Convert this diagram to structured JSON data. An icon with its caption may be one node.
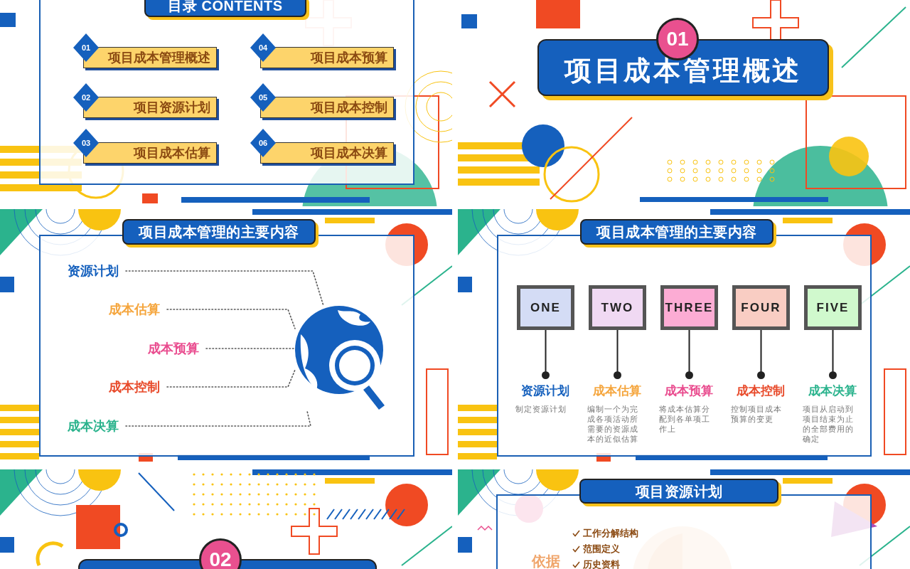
{
  "diagram": {
    "nodes": [
      {
        "text": [
          "目录 CONTENTS"
        ]
      },
      {
        "text": [
          "01",
          "项目成本管理概述"
        ]
      },
      {
        "text": [
          "02",
          "项目资源计划"
        ]
      },
      {
        "text": [
          "03",
          "项目成本估算"
        ]
      },
      {
        "text": [
          "04",
          "项目成本预算"
        ]
      },
      {
        "text": [
          "05",
          "项目成本控制"
        ]
      },
      {
        "text": [
          "06",
          "项目成本决算"
        ]
      },
      {
        "text": [
          "01",
          "项目成本管理概述"
        ]
      },
      {
        "text": [
          "项目成本管理的主要内容"
        ]
      },
      {
        "text": [
          "资源计划"
        ]
      },
      {
        "text": [
          "成本估算"
        ]
      },
      {
        "text": [
          "成本预算"
        ]
      },
      {
        "text": [
          "成本控制"
        ]
      },
      {
        "text": [
          "成本决算"
        ]
      },
      {
        "text": [],
        "shape": "picture"
      },
      {
        "text": [
          "项目成本管理的主要内容"
        ]
      },
      {
        "text": [
          "ONE"
        ]
      },
      {
        "text": [
          "TWO"
        ]
      },
      {
        "text": [
          "THREE"
        ]
      },
      {
        "text": [
          "FOUR"
        ]
      },
      {
        "text": [
          "FIVE"
        ]
      },
      {
        "text": [],
        "shape": "circle",
        "beside": [
          "资源计划",
          "制定资源计划"
        ]
      },
      {
        "text": [],
        "shape": "circle",
        "beside": [
          "成本估算",
          "编制一个为完成各项活动所需要的资源成本的近似估算"
        ]
      },
      {
        "text": [],
        "shape": "circle",
        "beside": [
          "成本预算",
          "将成本估算分配到各单项工作上"
        ]
      },
      {
        "text": [],
        "shape": "circle",
        "beside": [
          "成本控制",
          "控制项目成本预算的变更"
        ]
      },
      {
        "text": [],
        "shape": "circle",
        "beside": [
          "成本决算",
          "项目从启动到项目结束为止的全部费用的确定"
        ]
      },
      {
        "text": [
          "02"
        ]
      },
      {
        "text": [
          "项目资源计划"
        ]
      }
    ],
    "edges": [
      {
        "from": 9,
        "to": 14,
        "arrow": "none",
        "style": "dashed"
      },
      {
        "from": 10,
        "to": 14,
        "arrow": "none",
        "style": "dashed"
      },
      {
        "from": 11,
        "to": 14,
        "arrow": "none",
        "style": "dashed"
      },
      {
        "from": 12,
        "to": 14,
        "arrow": "none",
        "style": "dashed"
      },
      {
        "from": 13,
        "to": 14,
        "arrow": "none",
        "style": "dashed"
      },
      {
        "from": 16,
        "to": 21,
        "arrow": "none"
      },
      {
        "from": 17,
        "to": 22,
        "arrow": "none"
      },
      {
        "from": 18,
        "to": 23,
        "arrow": "none"
      },
      {
        "from": 19,
        "to": 24,
        "arrow": "none"
      },
      {
        "from": 20,
        "to": 25,
        "arrow": "none"
      }
    ],
    "labels": [
      "工作分解结构",
      "范围定义",
      "历史资料",
      "依据"
    ]
  }
}
